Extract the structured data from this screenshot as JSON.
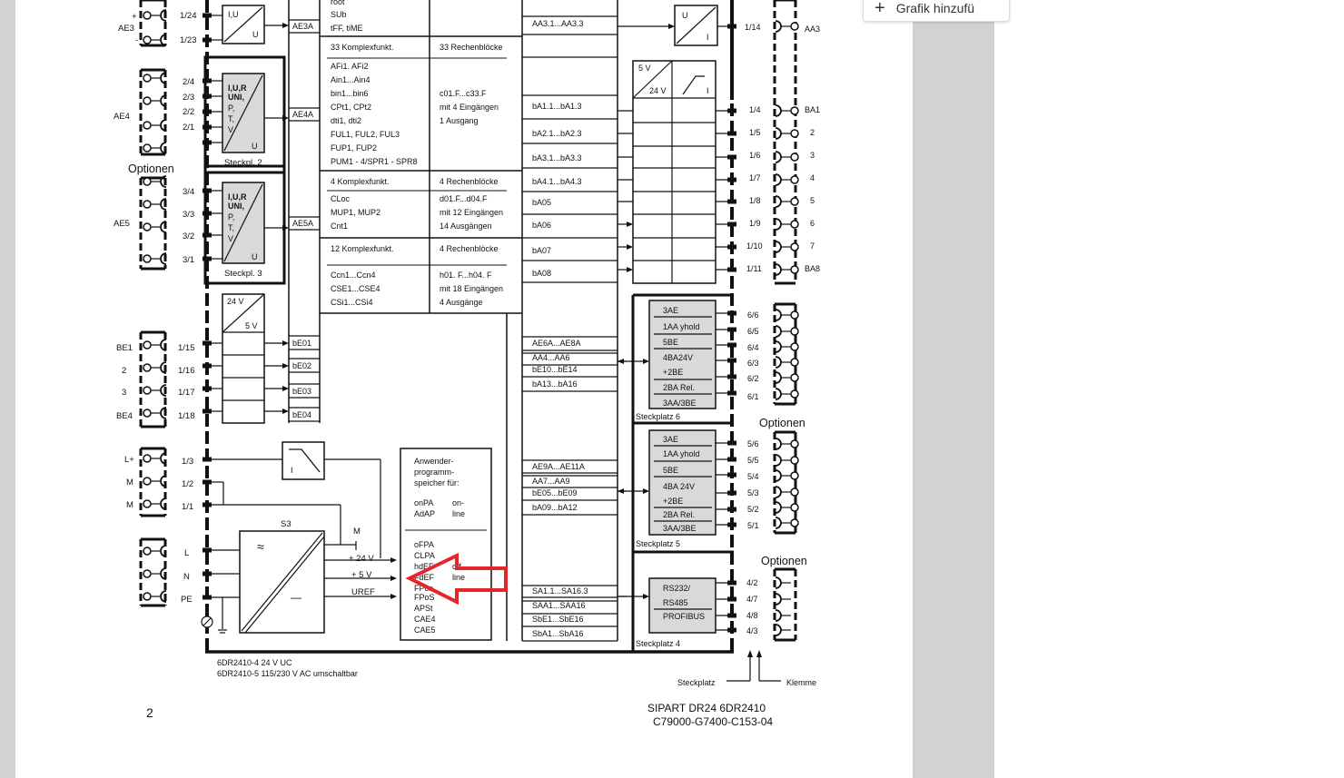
{
  "viewer": {
    "add_graphic_button": "Grafik hinzufü"
  },
  "page": {
    "number": "2",
    "title": "SIPART DR24   6DR2410",
    "doc_id": "C79000-G7400-C153-04",
    "variants": [
      "6DR2410-4   24 V UC",
      "6DR2410-5   115/230 V AC umschaltbar"
    ]
  },
  "colors": {
    "annotation_arrow": "#e5252a",
    "module_fill": "#d9d9d9"
  },
  "diagram": {
    "left_pins": [
      "+",
      "AE3",
      "-",
      "AE4",
      "Optionen",
      "AE5",
      "BE1",
      "2",
      "3",
      "BE4",
      "L+",
      "M",
      "M"
    ],
    "left_terminals": [
      "1/24",
      "1/23",
      "2/4",
      "2/3",
      "2/2",
      "2/1",
      "3/4",
      "3/3",
      "3/2",
      "3/1",
      "1/15",
      "1/16",
      "1/17",
      "1/18",
      "1/3",
      "1/2",
      "1/1",
      "L",
      "N",
      "PE"
    ],
    "converters": [
      "I,U",
      "U",
      "I,U,R",
      "UNI,",
      "P,",
      "T,",
      "V",
      "U",
      "Steckpl. 2",
      "I,U,R",
      "UNI,",
      "P,",
      "T,",
      "V",
      "U",
      "Steckpl. 3",
      "24 V",
      "5 V",
      "I"
    ],
    "input_labels": [
      "AE3A",
      "AE4A",
      "AE5A",
      "bE01",
      "bE02",
      "bE03",
      "bE04"
    ],
    "functions": [
      "root",
      "SUb",
      "tFF, tiME",
      "33 Komplexfunkt.",
      "33 Rechenblöcke",
      "AFi1. AFi2",
      "Ain1...Ain4",
      "bin1...bin6",
      "CPt1, CPt2",
      "dti1, dti2",
      "FUL1, FUL2, FUL3",
      "FUP1, FUP2",
      "PUM1 - 4/SPR1 - SPR8",
      "c01.F...c33.F",
      "mit 4 Eingängen",
      "1 Ausgang",
      "4 Komplexfunkt.",
      "4 Rechenblöcke",
      "CLoc",
      "MUP1, MUP2",
      "Cnt1",
      "d01.F...d04.F",
      "mit 12 Eingängen",
      "14 Ausgängen",
      "12 Komplexfunkt.",
      "4 Rechenblöcke",
      "Ccn1...Ccn4",
      "CSE1...CSE4",
      "CSi1...CSi4",
      "h01. F...h04. F",
      "mit 18 Eingängen",
      "4 Ausgänge"
    ],
    "output_labels": [
      "AA3.1...AA3.3",
      "bA1.1...bA1.3",
      "bA2.1...bA2.3",
      "bA3.1...bA3.3",
      "bA4.1...bA4.3",
      "bA05",
      "bA06",
      "bA07",
      "bA08",
      "AE6A...AE8A",
      "AA4...AA6",
      "bE10...bE14",
      "bA13...bA16",
      "AE9A...AE11A",
      "AA7...AA9",
      "bE05...bE09",
      "bA09...bA12",
      "SA1.1...SA16.3",
      "SAA1...SAA16",
      "SbE1...SbE16",
      "SbA1...SbA16"
    ],
    "memory": [
      "Anwender-",
      "programm-",
      "speicher für:",
      "onPA",
      "on-",
      "AdAP",
      "line",
      "oFPA",
      "CLPA",
      "hdEF",
      "off-",
      "FdEF",
      "line",
      "FPcn",
      "FPoS",
      "APSt",
      "CAE4",
      "CAE5"
    ],
    "power": [
      "S3",
      "≈",
      "—",
      "M",
      "+ 24 V",
      "+ 5 V",
      "UREF"
    ],
    "right_converters": [
      "U",
      "I",
      "5 V",
      "24 V",
      "I"
    ],
    "right_terminals": [
      "1/14",
      "1/4",
      "1/5",
      "1/6",
      "1/7",
      "1/8",
      "1/9",
      "1/10",
      "1/11",
      "6/6",
      "6/5",
      "6/4",
      "6/3",
      "6/2",
      "6/1",
      "5/6",
      "5/5",
      "5/4",
      "5/3",
      "5/2",
      "5/1",
      "4/2",
      "4/7",
      "4/8",
      "4/3"
    ],
    "right_pins": [
      "AA3",
      "BA1",
      "2",
      "3",
      "4",
      "5",
      "6",
      "7",
      "BA8",
      "Optionen",
      "Optionen"
    ],
    "slot6": [
      "3AE",
      "1AA yhold",
      "5BE",
      "4BA24V",
      "+2BE",
      "2BA Rel.",
      "3AA/3BE",
      "Steckplatz 6"
    ],
    "slot5": [
      "3AE",
      "1AA yhold",
      "5BE",
      "4BA 24V",
      "+2BE",
      "2BA Rel.",
      "3AA/3BE",
      "Steckplatz 5"
    ],
    "slot4": [
      "RS232/",
      "RS485",
      "PROFIBUS",
      "Steckplatz 4"
    ],
    "legend": [
      "Steckplatz",
      "Klemme"
    ]
  }
}
